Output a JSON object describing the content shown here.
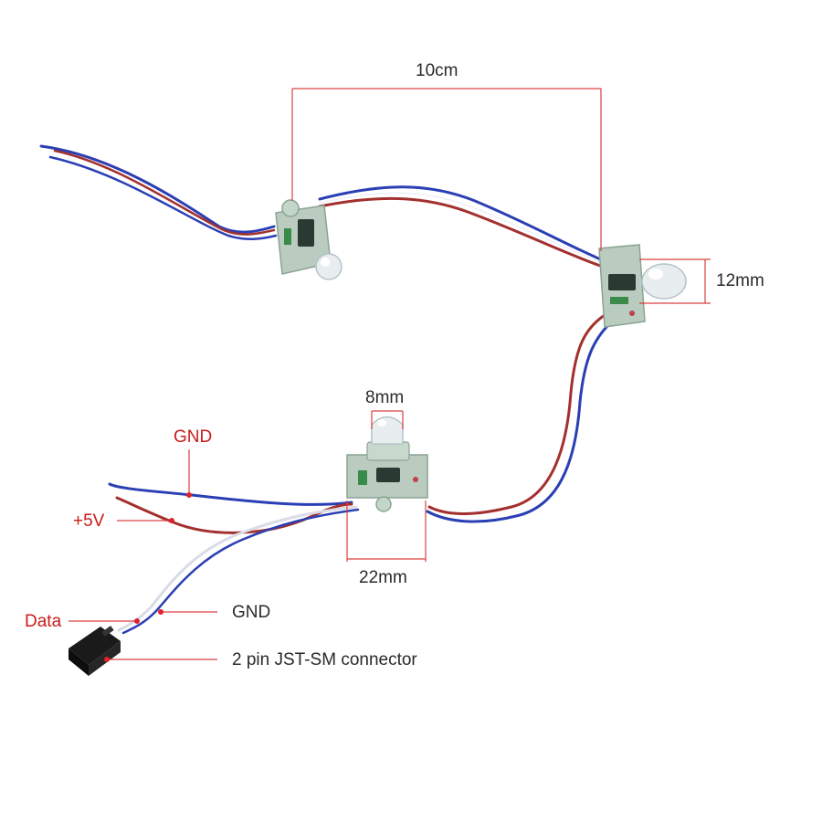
{
  "colors": {
    "wire_blue": "#2b3fb4",
    "wire_red": "#a3302e",
    "wire_white": "#eef0f6",
    "dimension_line": "#d94040",
    "callout_line": "#d94040",
    "label_red": "#cc1a1a",
    "label_dark": "#2a2a2a",
    "module_body": "#b9ccbf",
    "connector": "#1a1a1a"
  },
  "dimensions": {
    "pixel_spacing": "10cm",
    "housing_height": "12mm",
    "led_diameter": "8mm",
    "housing_width": "22mm"
  },
  "callouts": {
    "gnd_input": "GND",
    "plus_5v": "+5V",
    "data": "Data",
    "gnd_connector": "GND",
    "connector": "2 pin JST-SM connector"
  },
  "components": {
    "modules": [
      "pixel-module-left",
      "pixel-module-right",
      "pixel-module-bottom"
    ],
    "connector_icon": "jst-sm-connector-icon"
  }
}
